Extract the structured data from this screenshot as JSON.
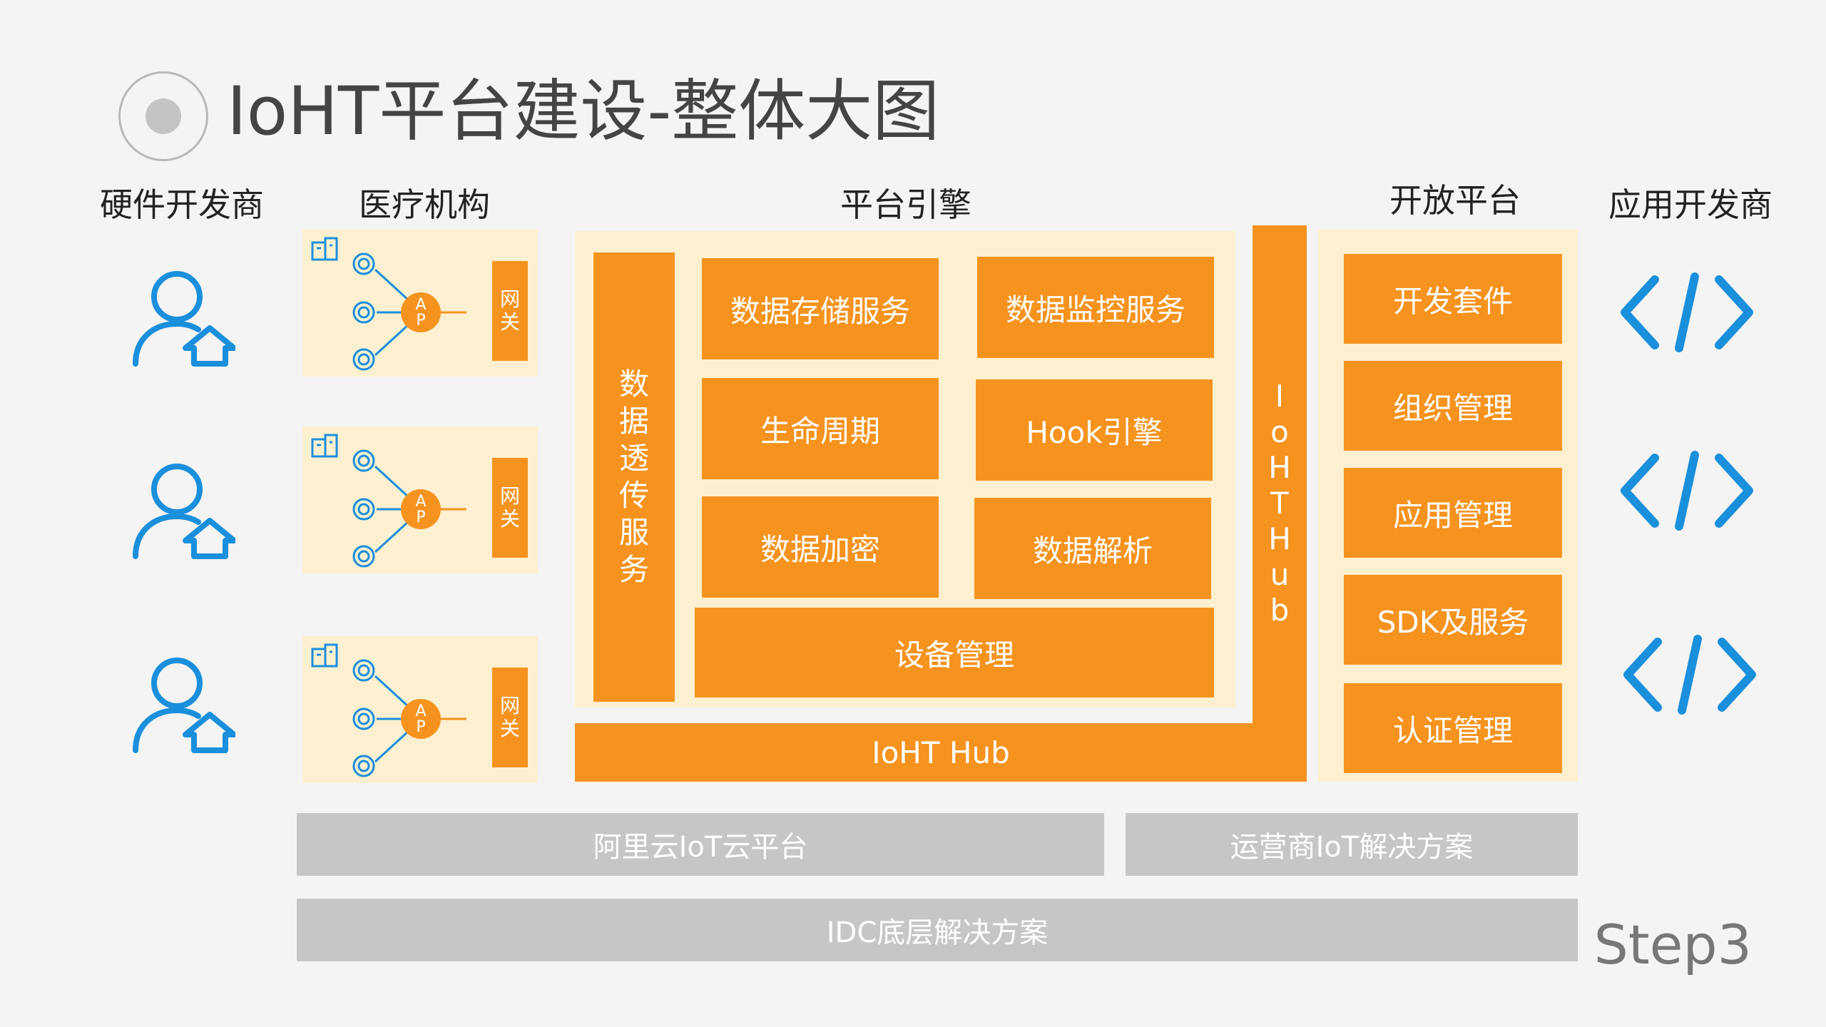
{
  "header": {
    "title": "IoHT平台建设-整体大图"
  },
  "columns": {
    "hardware": "硬件开发商",
    "medical": "医疗机构",
    "engine": "平台引擎",
    "open": "开放平台",
    "app_dev": "应用开发商"
  },
  "medical_unit": {
    "ap": [
      "A",
      "P"
    ],
    "gateway": [
      "网",
      "关"
    ]
  },
  "engine": {
    "passthrough": [
      "数",
      "据",
      "透",
      "传",
      "服",
      "务"
    ],
    "services": {
      "storage": "数据存储服务",
      "monitor": "数据监控服务",
      "lifecycle": "生命周期",
      "hook": "Hook引擎",
      "encrypt": "数据加密",
      "parse": "数据解析",
      "device": "设备管理"
    },
    "hub_vertical": [
      "I",
      "o",
      "H",
      "T",
      "H",
      "u",
      "b"
    ],
    "hub_horizontal": "IoHT Hub"
  },
  "open_platform": {
    "items": [
      "开发套件",
      "组织管理",
      "应用管理",
      "SDK及服务",
      "认证管理"
    ]
  },
  "infrastructure": {
    "aliyun": "阿里云IoT云平台",
    "operator": "运营商IoT解决方案",
    "idc": "IDC底层解决方案"
  },
  "step": "Step3",
  "colors": {
    "orange": "#f5931e",
    "cream": "#fdf0d0",
    "blue": "#1a8fdc",
    "gray": "#c6c6c6"
  },
  "icons": {
    "hardware": "user-upload-icon",
    "app": "code-icon",
    "building": "building-icon",
    "sensor": "sensor-icon"
  }
}
